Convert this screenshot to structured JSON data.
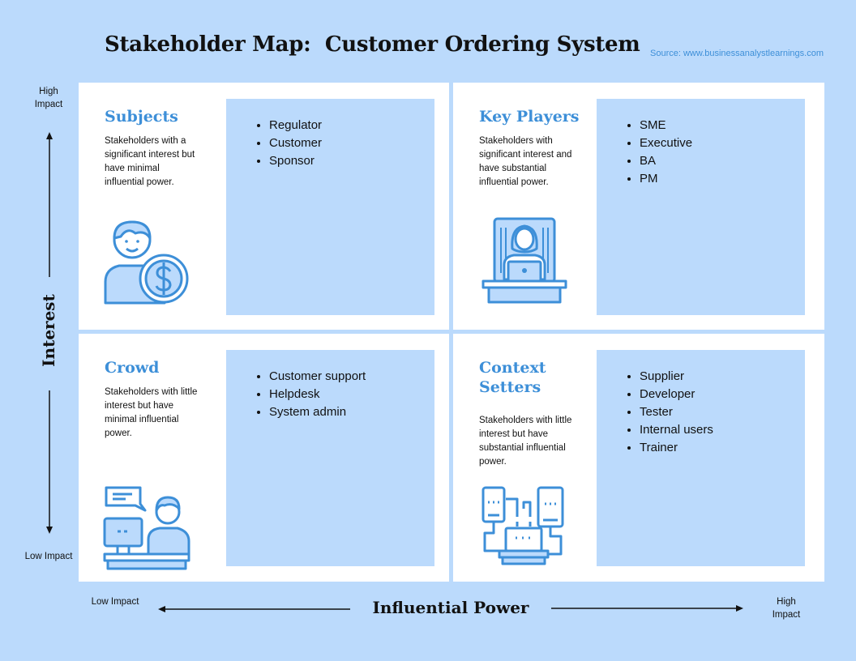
{
  "title": "Stakeholder Map:  Customer Ordering System",
  "source": "Source: www.businessanalystlearnings.com",
  "axes": {
    "y_title": "Interest",
    "y_high": "High Impact",
    "y_low": "Low Impact",
    "x_title": "Influential Power",
    "x_low": "Low Impact",
    "x_high": "High Impact"
  },
  "quadrants": {
    "subjects": {
      "heading": "Subjects",
      "desc": "Stakeholders with a significant interest but have minimal influential power.",
      "items": [
        "Regulator",
        "Customer",
        "Sponsor"
      ],
      "icon": "person-dollar-icon"
    },
    "key_players": {
      "heading": "Key Players",
      "desc": "Stakeholders with significant interest and have substantial influential power.",
      "items": [
        "SME",
        "Executive",
        "BA",
        "PM"
      ],
      "icon": "person-laptop-desk-icon"
    },
    "crowd": {
      "heading": "Crowd",
      "desc": "Stakeholders with little interest but have minimal influential power.",
      "items": [
        "Customer support",
        "Helpdesk",
        "System admin"
      ],
      "icon": "person-computer-chat-icon"
    },
    "context_setters": {
      "heading": "Context Setters",
      "desc": "Stakeholders with little interest but have substantial influential power.",
      "items": [
        "Supplier",
        "Developer",
        "Tester",
        "Internal users",
        "Trainer"
      ],
      "icon": "connected-devices-icon"
    }
  },
  "colors": {
    "background": "#bbdafc",
    "accent": "#3d8fd8",
    "panel": "#bbdafc",
    "card": "#ffffff"
  }
}
